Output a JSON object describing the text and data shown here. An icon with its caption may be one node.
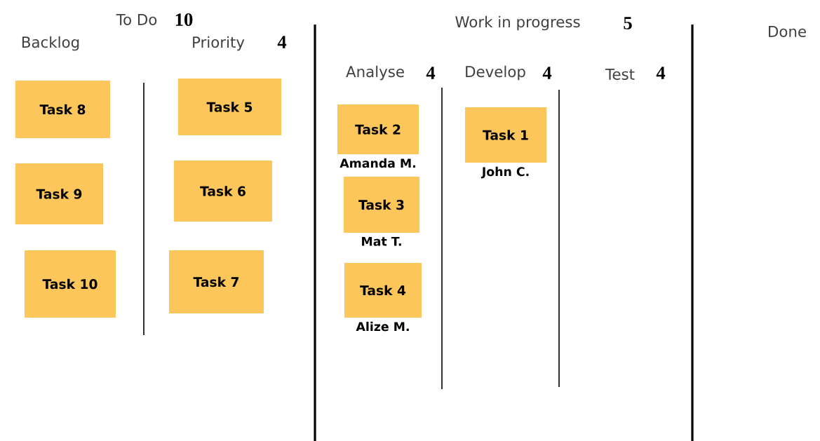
{
  "diagram": {
    "nodes": [
      {
        "text": [
          "Task 8"
        ]
      },
      {
        "text": [
          "Task 9"
        ]
      },
      {
        "text": [
          "Task 10"
        ]
      },
      {
        "text": [
          "Task 5"
        ]
      },
      {
        "text": [
          "Task 6"
        ]
      },
      {
        "text": [
          "Task 7"
        ]
      },
      {
        "text": [
          "Task 2"
        ],
        "beside": [
          "Amanda M."
        ]
      },
      {
        "text": [
          "Task 3"
        ],
        "beside": [
          "Mat T."
        ]
      },
      {
        "text": [
          "Task 4"
        ],
        "beside": [
          "Alize M."
        ]
      },
      {
        "text": [
          "Task 1"
        ],
        "beside": [
          "John C."
        ]
      }
    ],
    "edges": [],
    "labels": [
      "To Do",
      "10",
      "Work in progress",
      "5",
      "Done",
      "Backlog",
      "Priority",
      "4",
      "Analyse",
      "4",
      "Develop",
      "4",
      "Test",
      "4"
    ]
  }
}
